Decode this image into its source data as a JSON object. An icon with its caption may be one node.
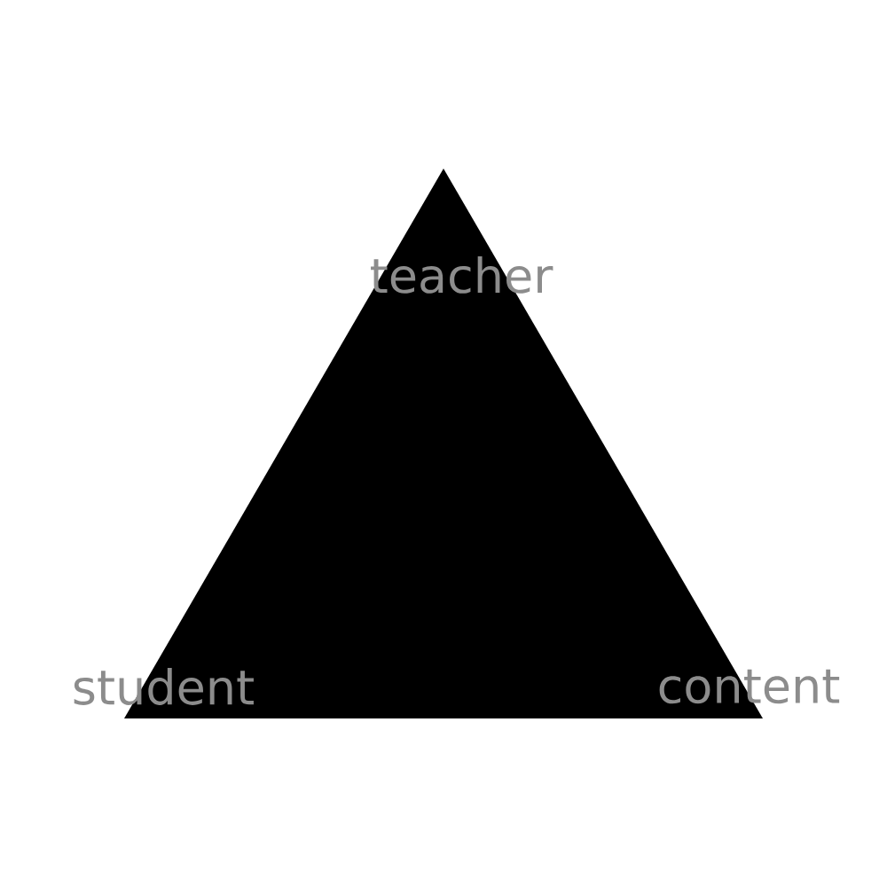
{
  "diagram": {
    "nodes": [
      {
        "text": [
          "teacher",
          "student",
          "content"
        ]
      }
    ]
  }
}
